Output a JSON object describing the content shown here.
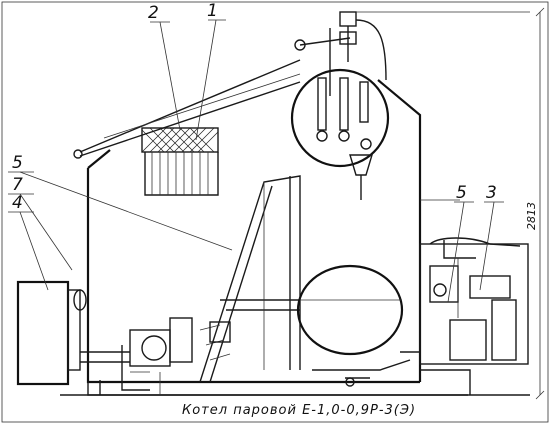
{
  "drawing": {
    "callouts": [
      {
        "id": "c1",
        "text": "1"
      },
      {
        "id": "c2",
        "text": "2"
      },
      {
        "id": "c3",
        "text": "3"
      },
      {
        "id": "c4",
        "text": "4"
      },
      {
        "id": "c5a",
        "text": "5"
      },
      {
        "id": "c5b",
        "text": "5"
      },
      {
        "id": "c7",
        "text": "7"
      }
    ],
    "dimension_height": "2813",
    "caption": "Котел паровой Е-1,0-0,9Р-3(Э)"
  }
}
